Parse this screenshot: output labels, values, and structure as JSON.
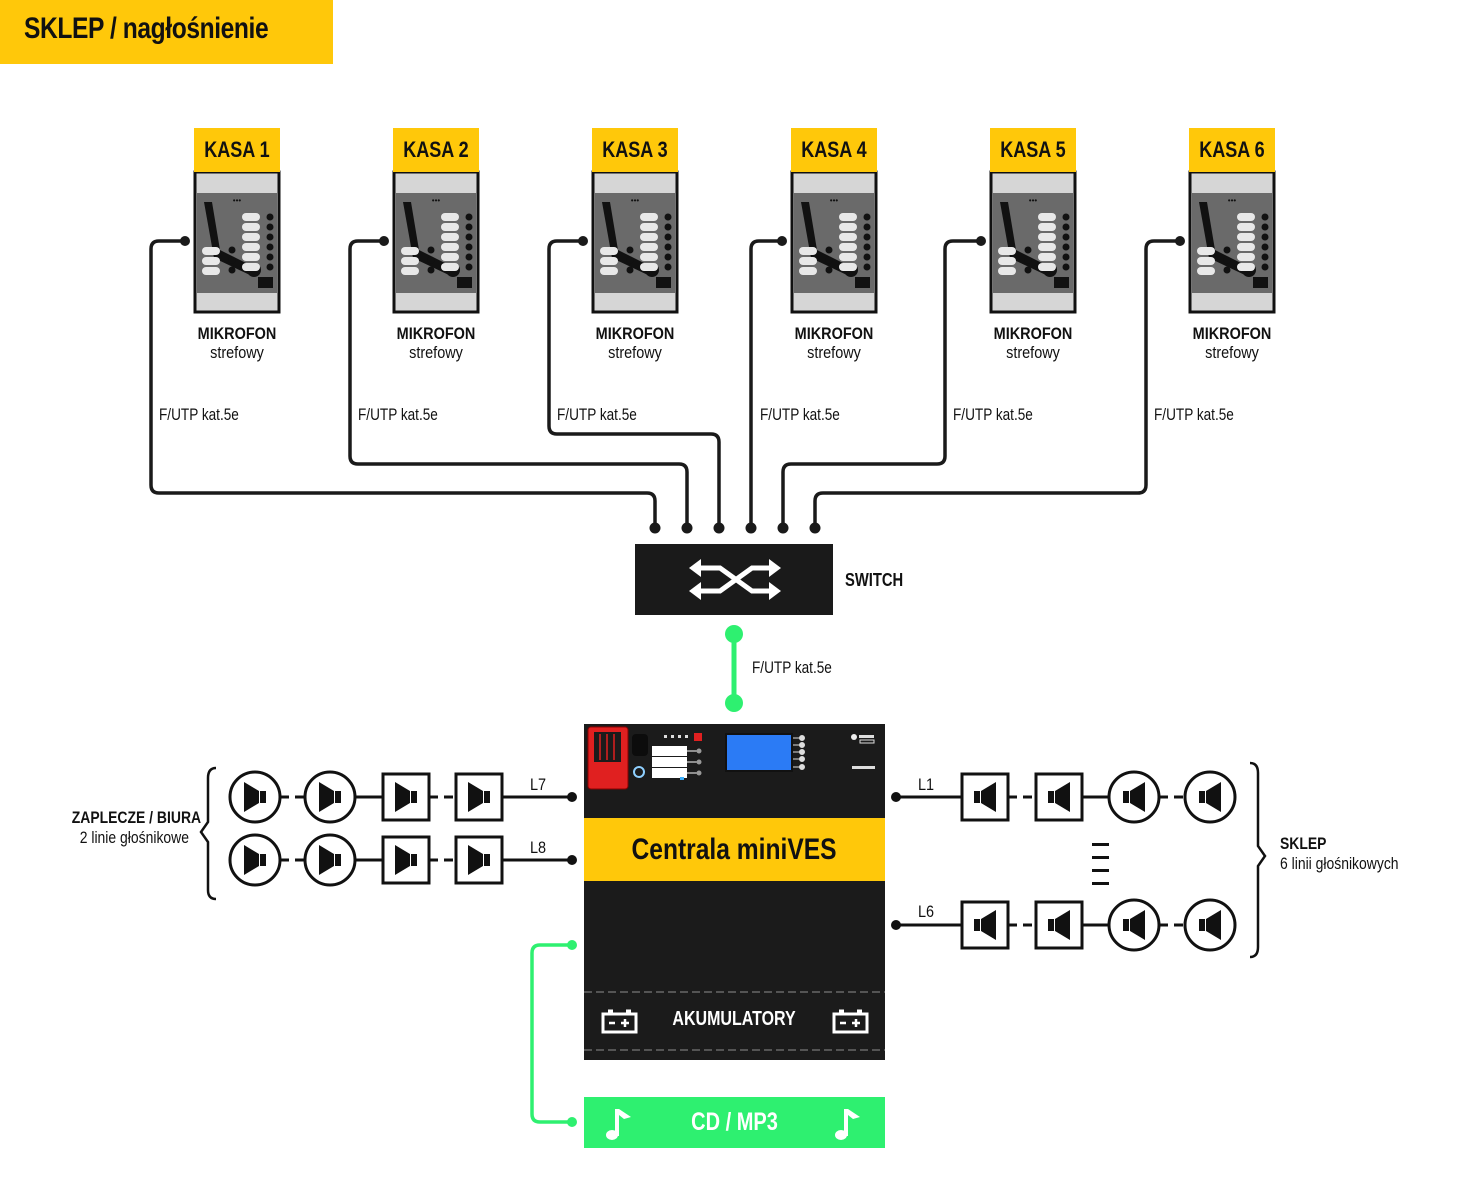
{
  "title": "SKLEP / nagłośnienie",
  "microphones": [
    {
      "kasa": "KASA 1",
      "title": "MIKROFON",
      "subtitle": "strefowy",
      "cable": "F/UTP kat.5e"
    },
    {
      "kasa": "KASA 2",
      "title": "MIKROFON",
      "subtitle": "strefowy",
      "cable": "F/UTP kat.5e"
    },
    {
      "kasa": "KASA 3",
      "title": "MIKROFON",
      "subtitle": "strefowy",
      "cable": "F/UTP kat.5e"
    },
    {
      "kasa": "KASA 4",
      "title": "MIKROFON",
      "subtitle": "strefowy",
      "cable": "F/UTP kat.5e"
    },
    {
      "kasa": "KASA 5",
      "title": "MIKROFON",
      "subtitle": "strefowy",
      "cable": "F/UTP kat.5e"
    },
    {
      "kasa": "KASA 6",
      "title": "MIKROFON",
      "subtitle": "strefowy",
      "cable": "F/UTP kat.5e"
    }
  ],
  "switch": {
    "label": "SWITCH",
    "icon": "switch-arrows-icon",
    "uplink_cable": "F/UTP kat.5e"
  },
  "central": {
    "name": "Centrala miniVES",
    "battery_label": "AKUMULATORY",
    "battery_icon": "battery-icon"
  },
  "source": {
    "label": "CD / MP3",
    "icon": "music-note-icon"
  },
  "zones": {
    "left": {
      "title": "ZAPLECZE / BIURA",
      "subtitle": "2 linie głośnikowe",
      "lines": [
        "L7",
        "L8"
      ]
    },
    "right": {
      "title": "SKLEP",
      "subtitle": "6 linii głośnikowych",
      "lines": [
        "L1",
        "L6"
      ]
    }
  },
  "colors": {
    "accent_yellow": "#FFC80A",
    "accent_green": "#2EF070",
    "device_dark": "#1B1B1B",
    "lcd_blue": "#2B7BF5",
    "alarm_red": "#E02020"
  }
}
